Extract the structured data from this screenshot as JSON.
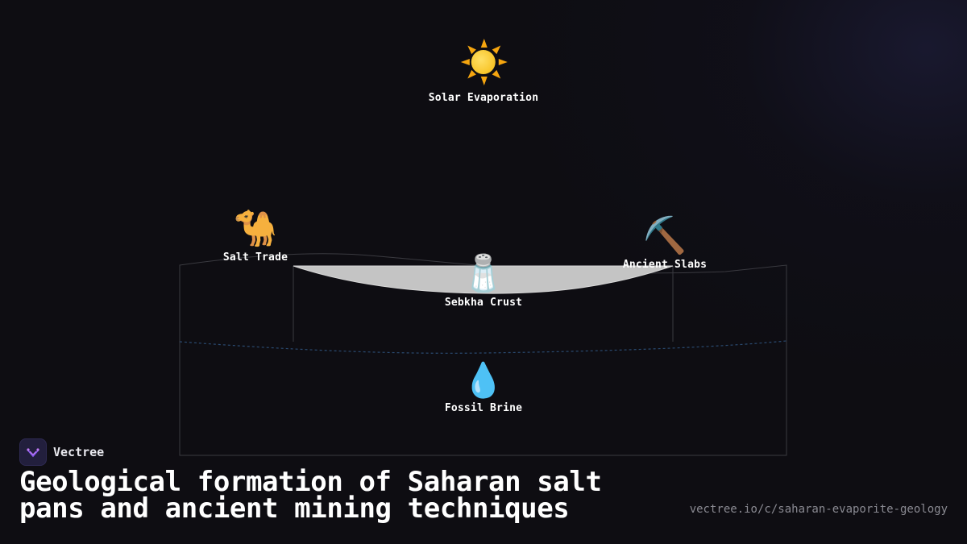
{
  "diagram": {
    "nodes": {
      "solar": {
        "label": "Solar Evaporation",
        "icon": "sun-icon"
      },
      "trade": {
        "label": "Salt Trade",
        "icon": "camel-icon",
        "glyph": "🐪"
      },
      "slabs": {
        "label": "Ancient Slabs",
        "icon": "pickaxe-icon",
        "glyph": "⛏️"
      },
      "crust": {
        "label": "Sebkha Crust",
        "icon": "salt-shaker-icon",
        "glyph": "🧂"
      },
      "brine": {
        "label": "Fossil Brine",
        "icon": "water-drop-icon",
        "glyph": "💧"
      }
    },
    "colors": {
      "crust_fill": "#c4c4c4",
      "outline": "#3a3a40",
      "water_table": "#2a4a70",
      "sun_core": "#f5b90f",
      "sun_rays": "#f5a50f"
    }
  },
  "brand": {
    "name": "Vectree",
    "logo_icon": "vectree-logo-icon"
  },
  "title": "Geological formation of Saharan salt pans and ancient mining techniques",
  "url": "vectree.io/c/saharan-evaporite-geology"
}
